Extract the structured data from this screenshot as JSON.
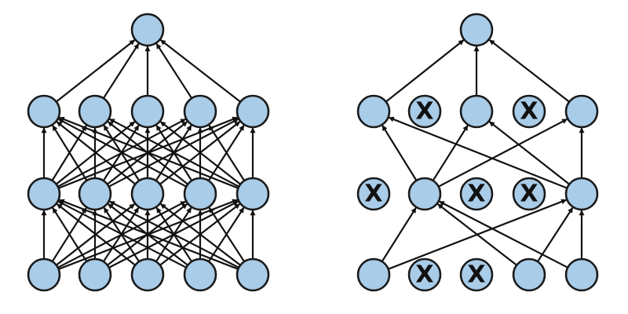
{
  "colors": {
    "node_fill": "#a9cce8",
    "node_stroke": "#1a1a1a",
    "edge": "#111111"
  },
  "networks": [
    {
      "id": "standard-net",
      "layers": [
        [
          {
            "dropped": false
          },
          {
            "dropped": false
          },
          {
            "dropped": false
          },
          {
            "dropped": false
          },
          {
            "dropped": false
          }
        ],
        [
          {
            "dropped": false
          },
          {
            "dropped": false
          },
          {
            "dropped": false
          },
          {
            "dropped": false
          },
          {
            "dropped": false
          }
        ],
        [
          {
            "dropped": false
          },
          {
            "dropped": false
          },
          {
            "dropped": false
          },
          {
            "dropped": false
          },
          {
            "dropped": false
          }
        ],
        [
          {
            "dropped": false
          }
        ]
      ],
      "connections": "full"
    },
    {
      "id": "dropout-net",
      "layers": [
        [
          {
            "dropped": false
          },
          {
            "dropped": true,
            "label": "X"
          },
          {
            "dropped": true,
            "label": "X"
          },
          {
            "dropped": false
          },
          {
            "dropped": false
          }
        ],
        [
          {
            "dropped": true,
            "label": "X"
          },
          {
            "dropped": false
          },
          {
            "dropped": true,
            "label": "X"
          },
          {
            "dropped": true,
            "label": "X"
          },
          {
            "dropped": false
          }
        ],
        [
          {
            "dropped": false
          },
          {
            "dropped": true,
            "label": "X"
          },
          {
            "dropped": false
          },
          {
            "dropped": true,
            "label": "X"
          },
          {
            "dropped": false
          }
        ],
        [
          {
            "dropped": false
          }
        ]
      ],
      "connections": "active-only"
    }
  ]
}
